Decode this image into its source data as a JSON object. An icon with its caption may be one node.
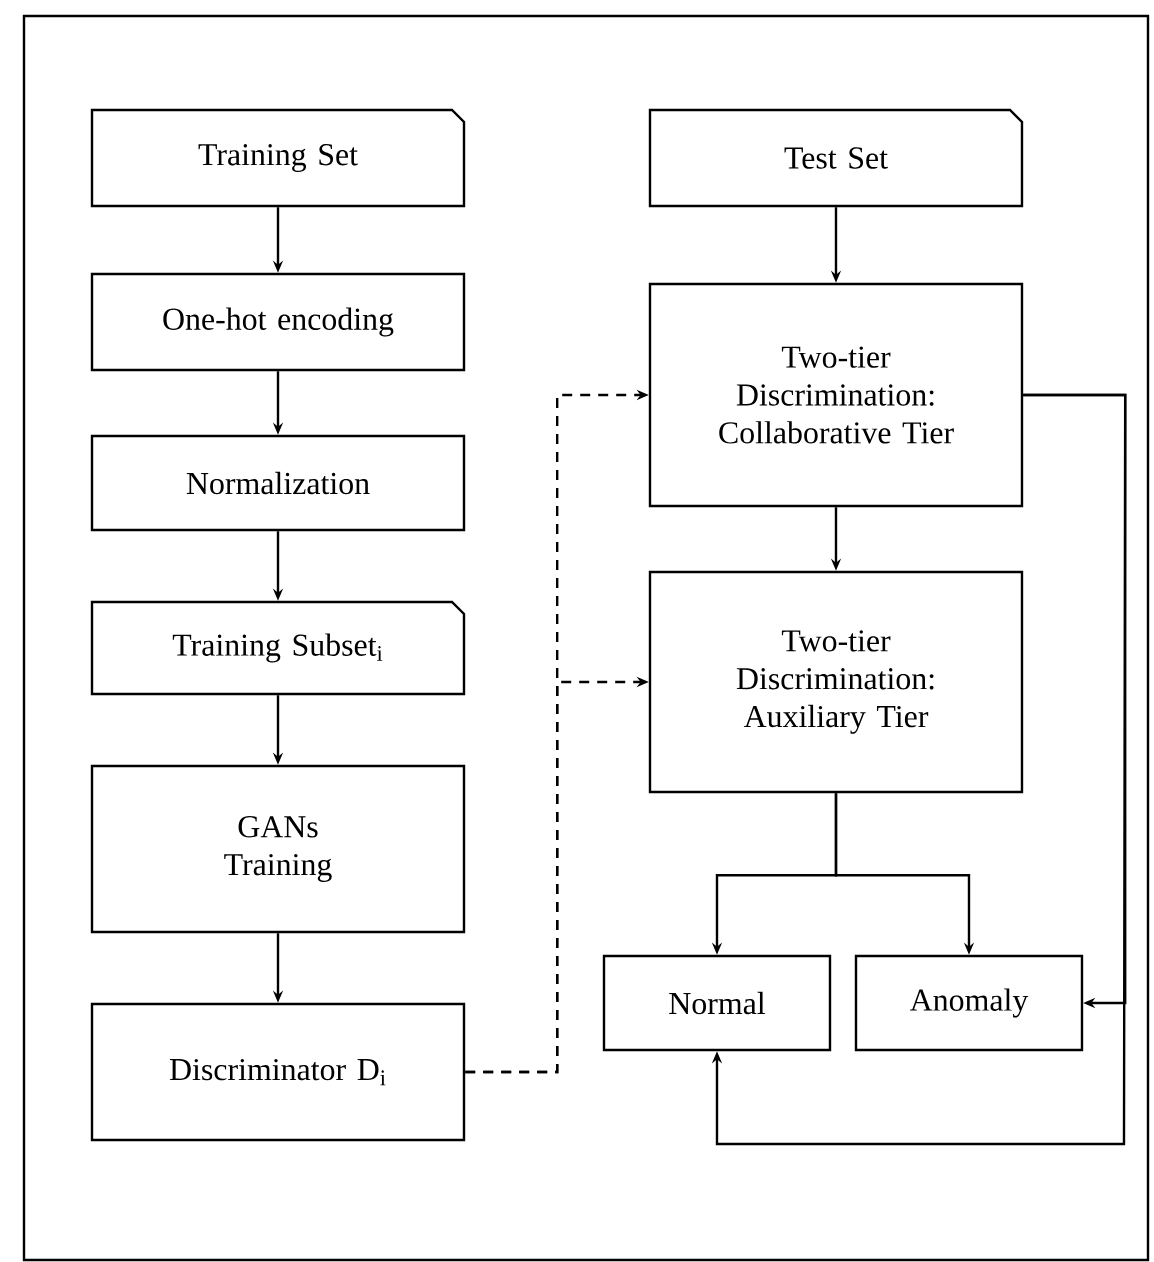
{
  "diagram": {
    "nodes": [
      {
        "text": [
          "Training Set"
        ]
      },
      {
        "text": [
          "One-hot encoding"
        ]
      },
      {
        "text": [
          "Normalization"
        ]
      },
      {
        "text": [
          "Training Subset$_{i}$"
        ]
      },
      {
        "text": [
          "GANs Training"
        ]
      },
      {
        "text": [
          "Discriminator D$_{i}$"
        ]
      },
      {
        "text": [
          "Test Set"
        ]
      },
      {
        "text": [
          "Two-tier Discrimination: Collaborative Tier"
        ]
      },
      {
        "text": [
          "Two-tier Discrimination: Auxiliary Tier"
        ]
      },
      {
        "text": [
          "Normal"
        ]
      },
      {
        "text": [
          "Anomaly"
        ]
      }
    ],
    "edges": [
      {
        "from": 0,
        "to": 1,
        "arrow": "to"
      },
      {
        "from": 1,
        "to": 2,
        "arrow": "to"
      },
      {
        "from": 2,
        "to": 3,
        "arrow": "to"
      },
      {
        "from": 3,
        "to": 4,
        "arrow": "to"
      },
      {
        "from": 4,
        "to": 5,
        "arrow": "to"
      },
      {
        "from": 6,
        "to": 7,
        "arrow": "to"
      },
      {
        "from": 7,
        "to": 8,
        "arrow": "to"
      },
      {
        "from": 5,
        "to": 7,
        "arrow": "to",
        "style": "dashed"
      },
      {
        "from": 5,
        "to": 8,
        "arrow": "to",
        "style": "dashed"
      },
      {
        "from": 8,
        "to": 9,
        "arrow": "to"
      },
      {
        "from": 8,
        "to": 10,
        "arrow": "to"
      },
      {
        "from": 7,
        "to": 10,
        "arrow": "to"
      },
      {
        "from": 7,
        "to": 9,
        "arrow": "to"
      }
    ]
  }
}
